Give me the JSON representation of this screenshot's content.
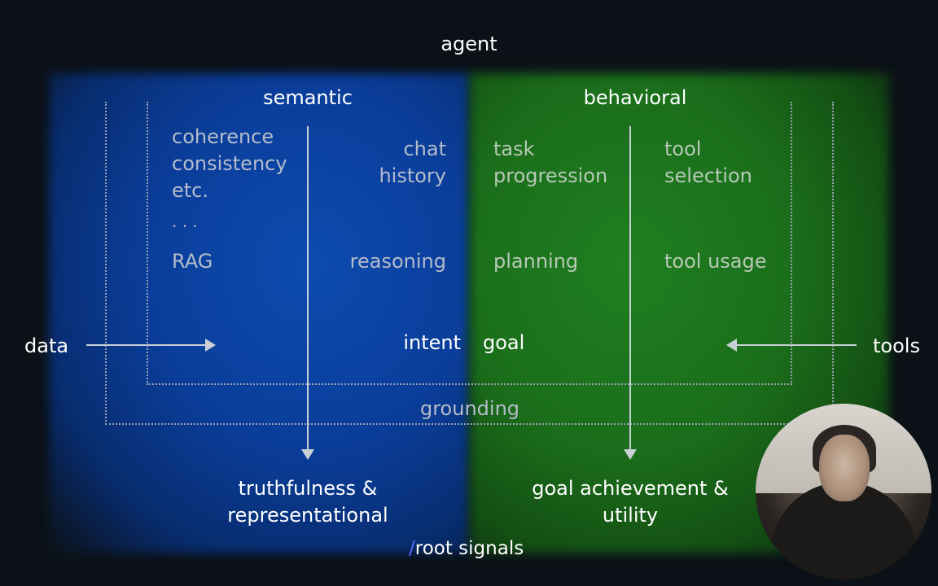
{
  "title": "agent",
  "columns": {
    "semantic": "semantic",
    "behavioral": "behavioral"
  },
  "semantic": {
    "metrics": [
      "coherence",
      "consistency",
      "etc."
    ],
    "ellipsis": ". . .",
    "rag": "RAG",
    "chat_history": [
      "chat",
      "history"
    ],
    "reasoning": "reasoning",
    "intent": "intent"
  },
  "behavioral": {
    "task_progression": [
      "task",
      "progression"
    ],
    "tool_selection": [
      "tool",
      "selection"
    ],
    "planning": "planning",
    "tool_usage": "tool usage",
    "goal": "goal"
  },
  "inputs": {
    "data": "data",
    "tools": "tools"
  },
  "grounding": "grounding",
  "outcomes": {
    "semantic": [
      "truthfulness &",
      "representational"
    ],
    "behavioral": [
      "goal achievement &",
      "utility"
    ]
  },
  "brand": {
    "slash": "/",
    "name": "root signals"
  },
  "colors": {
    "semantic_panel": "#0a3d99",
    "behavioral_panel": "#1b6e1b",
    "background": "#0b1117",
    "logo_slash": "#5b6cff"
  }
}
